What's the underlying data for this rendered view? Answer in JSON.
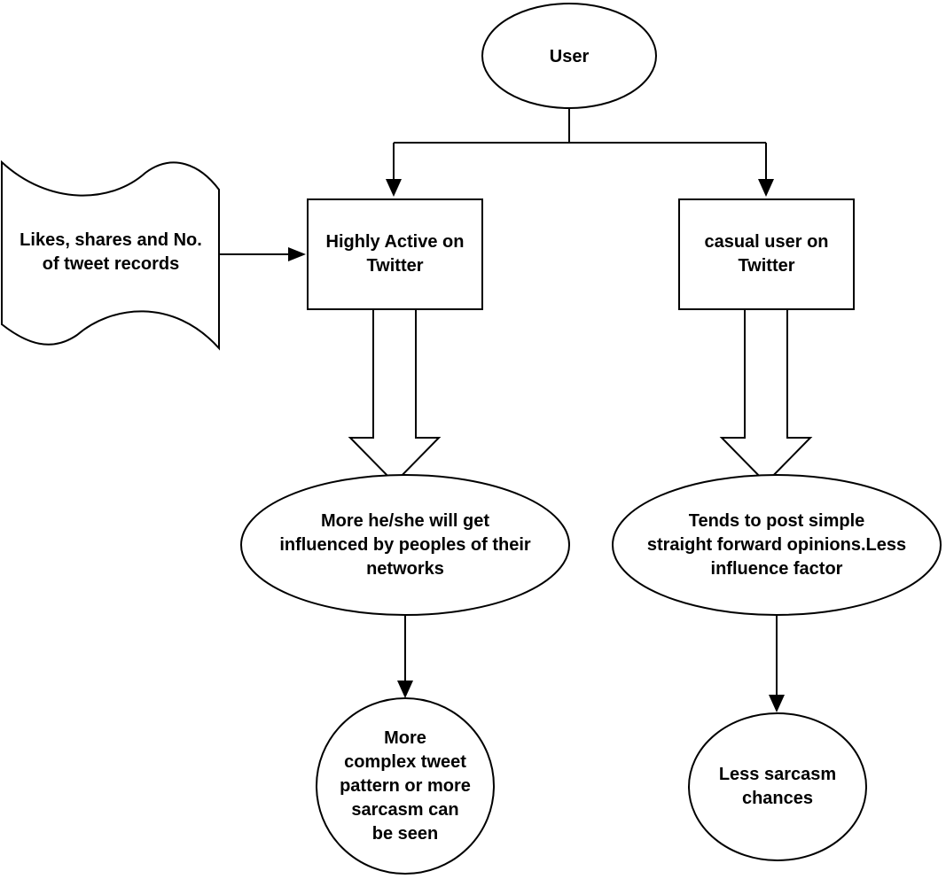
{
  "nodes": {
    "user": "User",
    "data_source": "Likes, shares and No.\nof tweet records",
    "highly_active": "Highly Active on\nTwitter",
    "casual_user": "casual user on\nTwitter",
    "influenced": "More he/she will get\ninfluenced by peoples of their\nnetworks",
    "simple_opinions": "Tends to post simple\nstraight forward opinions.Less\ninfluence factor",
    "more_sarcasm": "More\ncomplex tweet\npattern or more\nsarcasm can\nbe seen",
    "less_sarcasm": "Less sarcasm\nchances"
  }
}
